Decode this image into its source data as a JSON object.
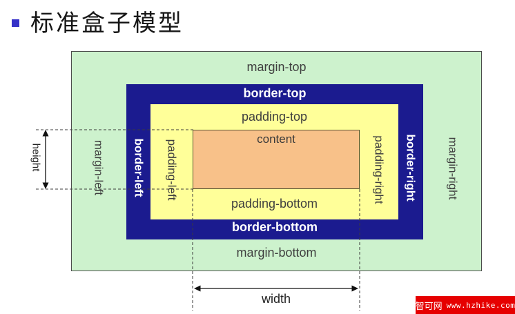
{
  "title": {
    "text": "标准盒子模型"
  },
  "diagram": {
    "labels": {
      "margin_top": "margin-top",
      "border_top": "border-top",
      "padding_top": "padding-top",
      "content": "content",
      "padding_bottom": "padding-bottom",
      "border_bottom": "border-bottom",
      "margin_bottom": "margin-bottom",
      "margin_left": "margin-left",
      "border_left": "border-left",
      "padding_left": "padding-left",
      "padding_right": "padding-right",
      "border_right": "border-right",
      "margin_right": "margin-right",
      "height": "height",
      "width": "width"
    },
    "colors": {
      "margin_bg": "#cdf2cd",
      "border_bg": "#1b1b8f",
      "padding_bg": "#ffff99",
      "content_bg": "#f8c189",
      "title_bullet": "#3531c8"
    }
  },
  "watermark": {
    "site_name": "智可网",
    "site_url": "www.hzhike.com",
    "bg_color": "#e60000"
  }
}
